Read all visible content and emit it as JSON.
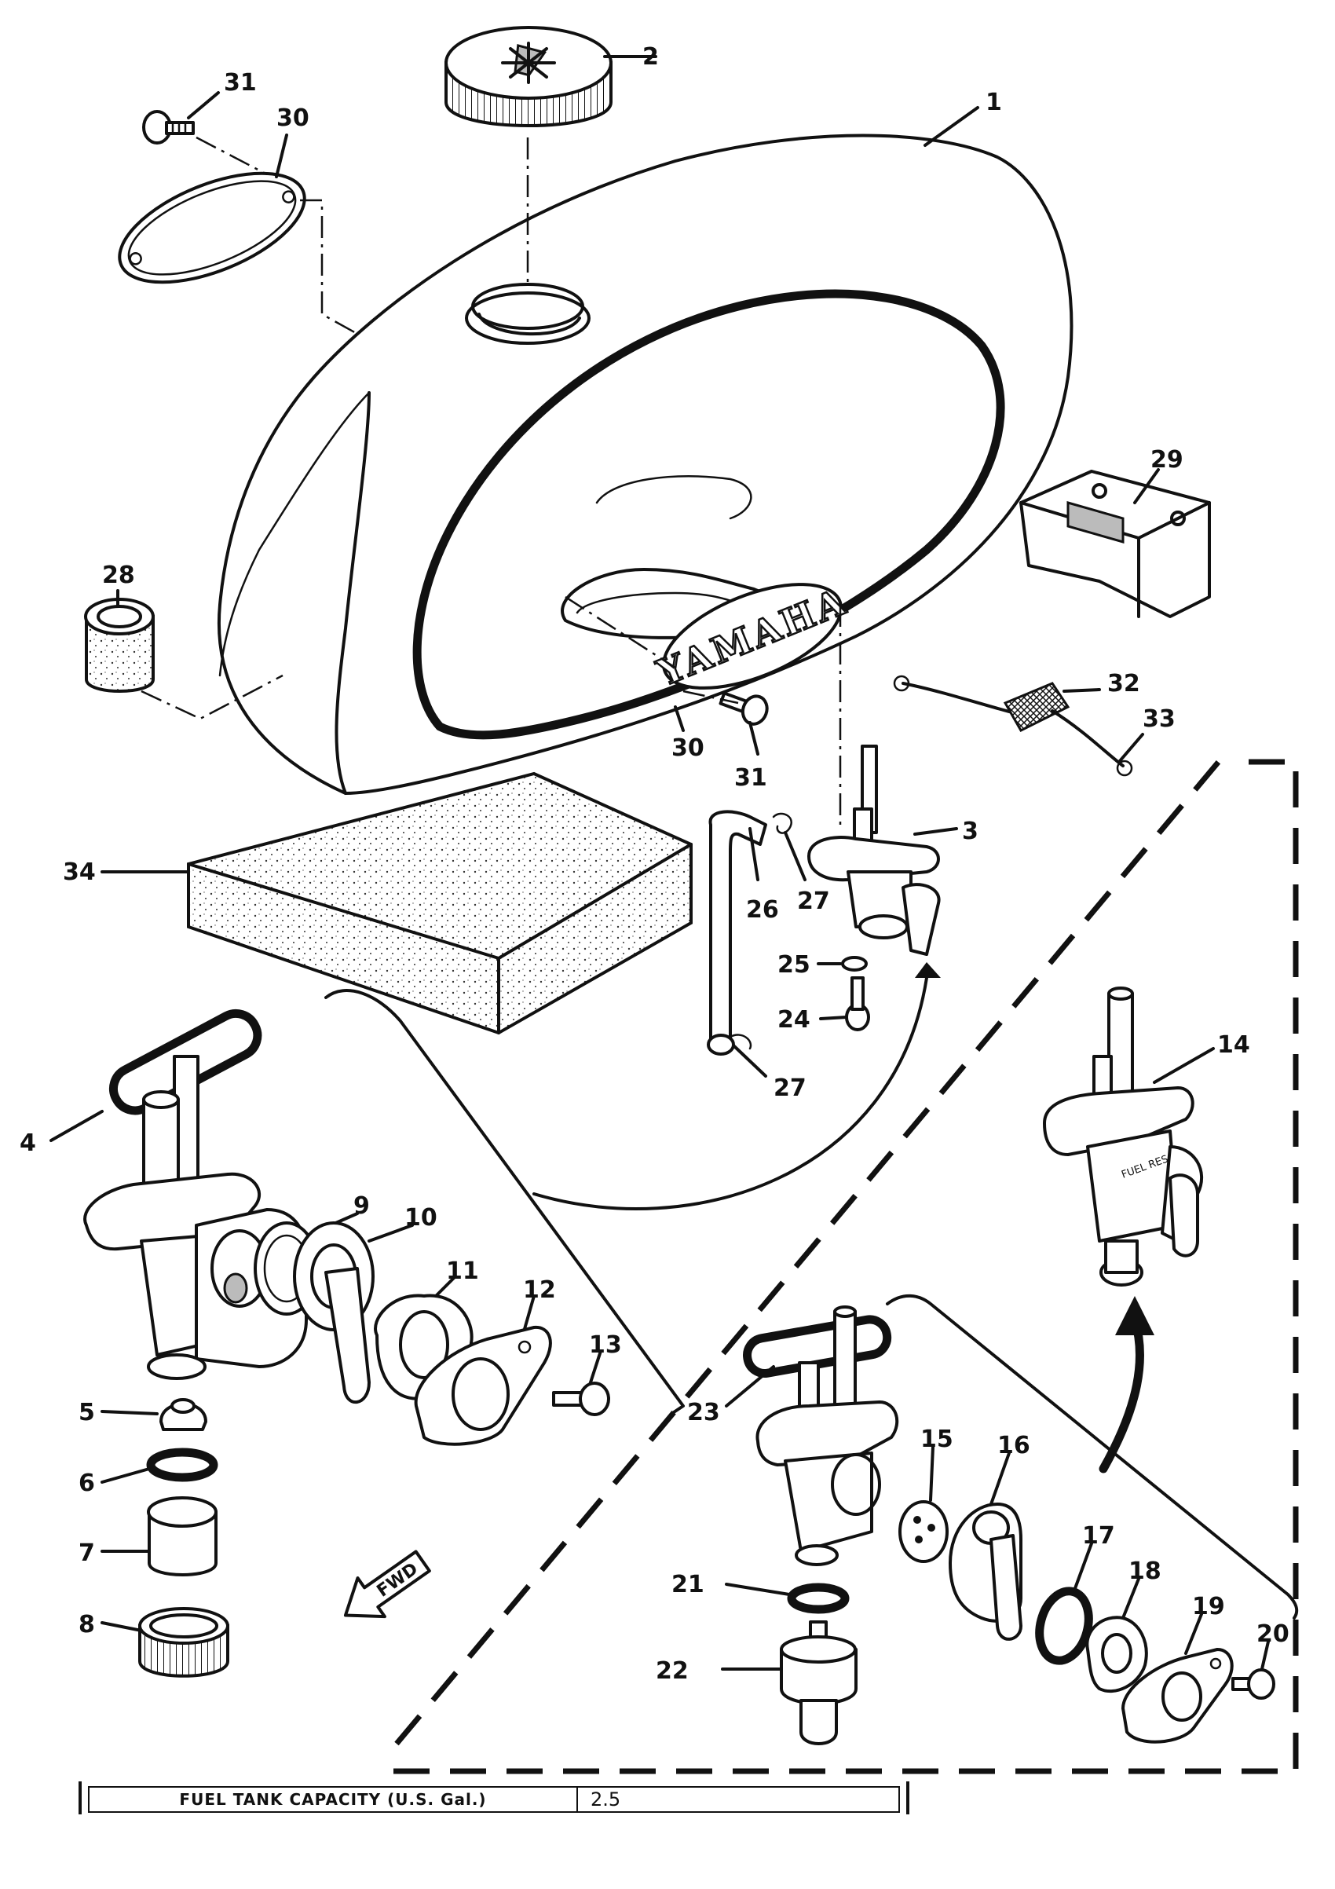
{
  "diagram": {
    "emblem_text": "YAMAHA",
    "fwd_label": "FWD",
    "cock_label": "FUEL RES",
    "callouts": {
      "c1": "1",
      "c2": "2",
      "c3": "3",
      "c4": "4",
      "c5": "5",
      "c6": "6",
      "c7": "7",
      "c8": "8",
      "c9": "9",
      "c10": "10",
      "c11": "11",
      "c12": "12",
      "c13": "13",
      "c14": "14",
      "c15": "15",
      "c16": "16",
      "c17": "17",
      "c18": "18",
      "c19": "19",
      "c20": "20",
      "c21": "21",
      "c22": "22",
      "c23": "23",
      "c24": "24",
      "c25": "25",
      "c26": "26",
      "c27a": "27",
      "c27b": "27",
      "c28": "28",
      "c29": "29",
      "c30a": "30",
      "c30b": "30",
      "c31a": "31",
      "c31b": "31",
      "c32": "32",
      "c33": "33",
      "c34": "34"
    }
  },
  "spec_table": {
    "label": "FUEL TANK CAPACITY (U.S. Gal.)",
    "value": "2.5"
  }
}
